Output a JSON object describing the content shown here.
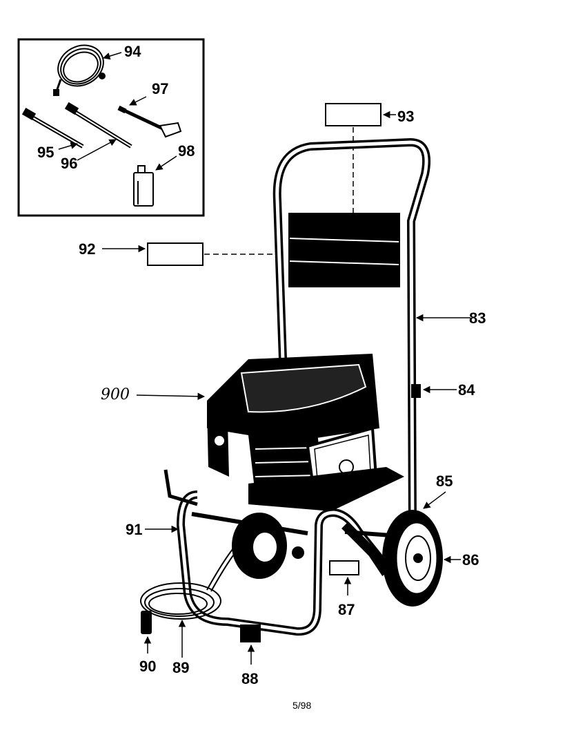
{
  "callouts": {
    "c83": "83",
    "c84": "84",
    "c85": "85",
    "c86": "86",
    "c87": "87",
    "c88": "88",
    "c89": "89",
    "c90": "90",
    "c91": "91",
    "c92": "92",
    "c93": "93",
    "c94": "94",
    "c95": "95",
    "c96": "96",
    "c97": "97",
    "c98": "98",
    "c900": "900"
  },
  "footer": {
    "page": "5/98"
  }
}
